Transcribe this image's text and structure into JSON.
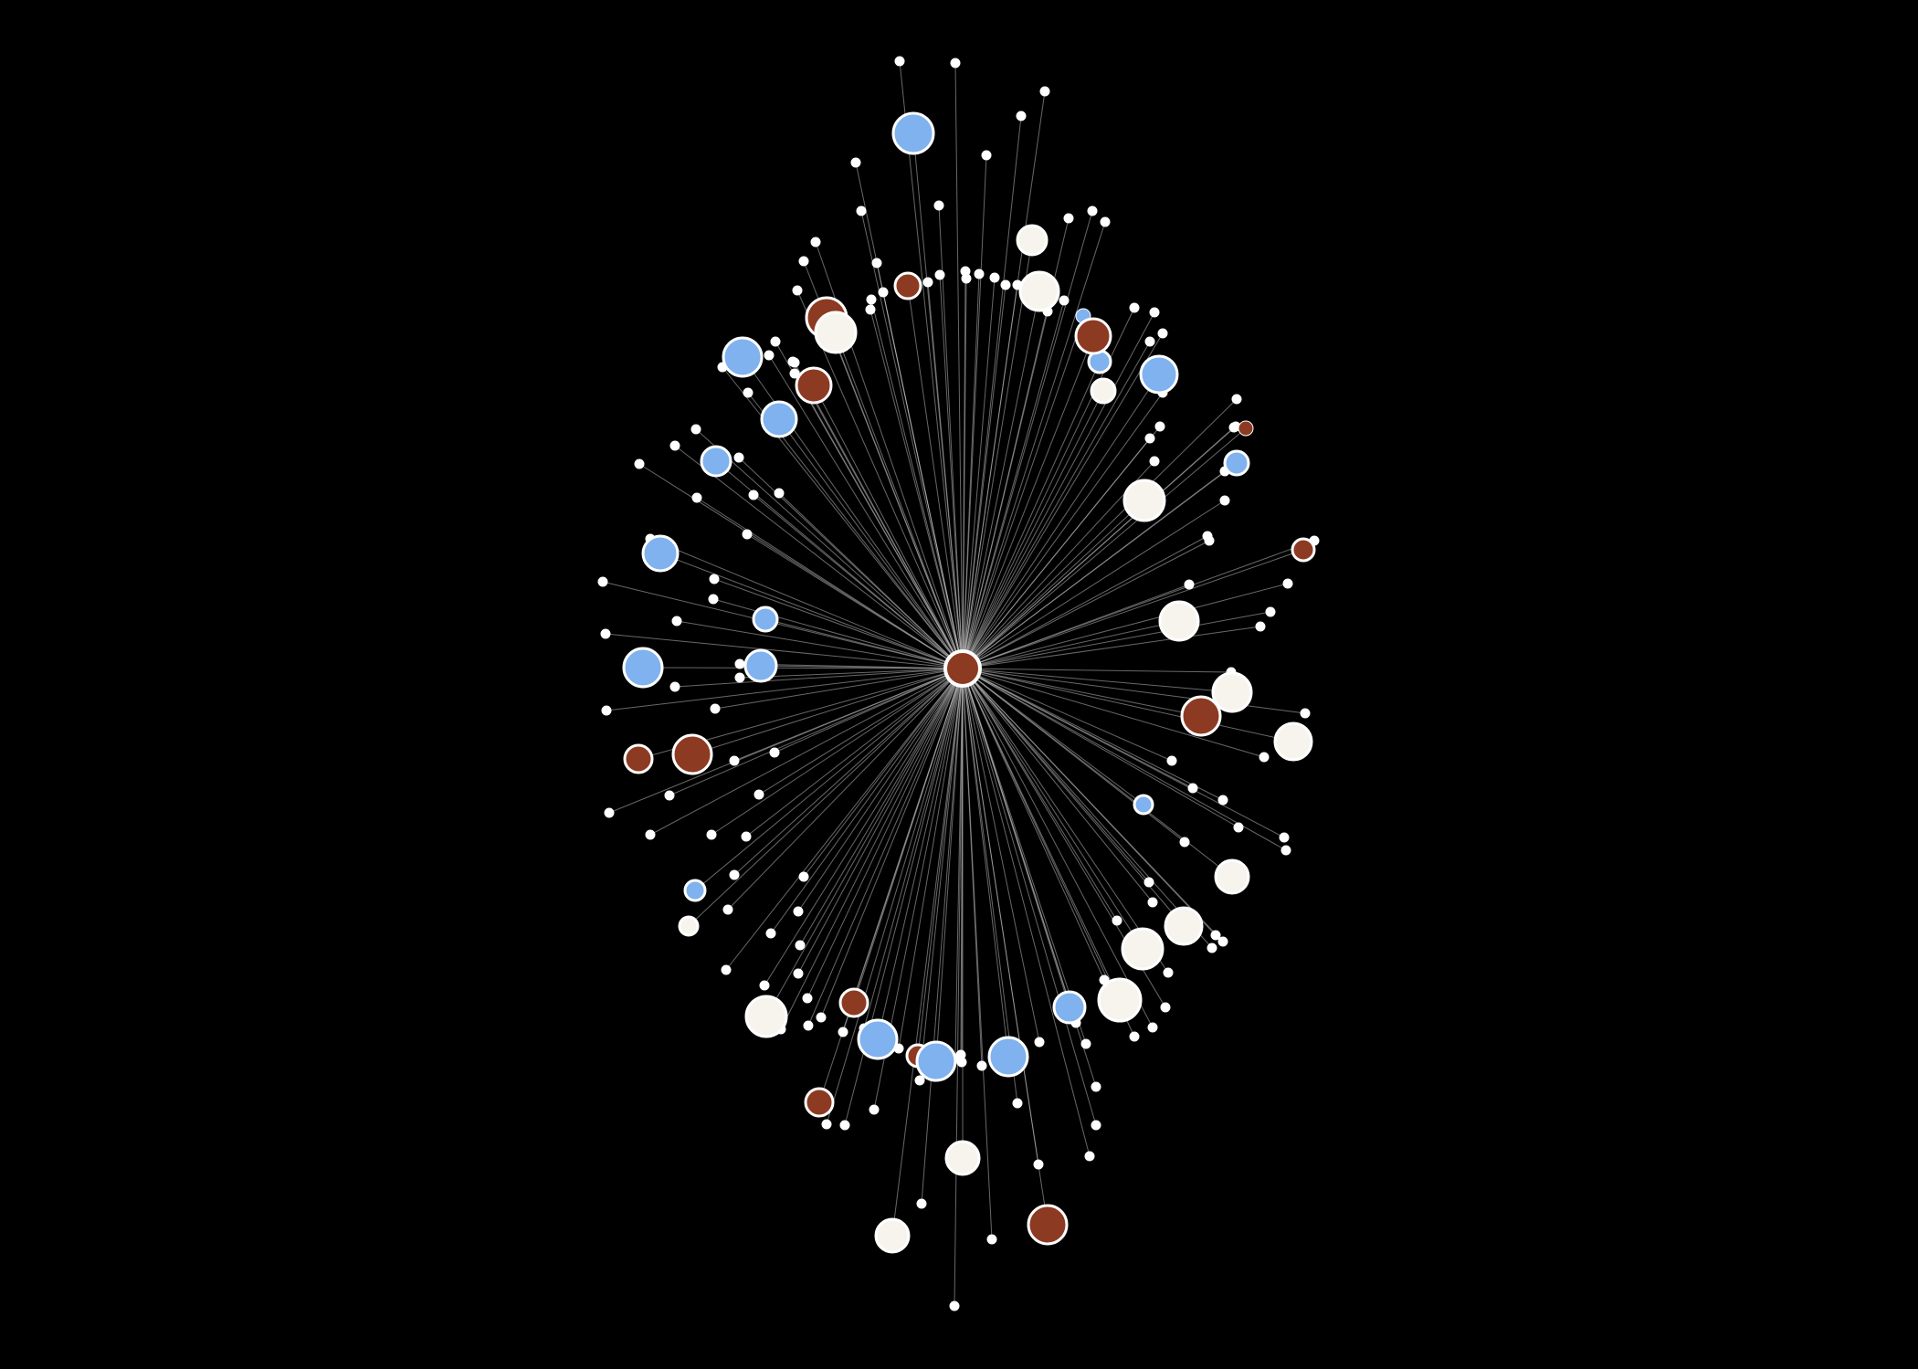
{
  "graph": {
    "type": "radial-network",
    "background": "#000000",
    "edge_color": "#bdbdbd",
    "node_stroke": "#ffffff",
    "palette": {
      "blue": "#7fb2ee",
      "red": "#8d3a22",
      "white": "#f7f4ee",
      "dot": "#ffffff"
    },
    "node_categories": [
      {
        "key": "blue",
        "count": 21
      },
      {
        "key": "red",
        "count": 16
      },
      {
        "key": "white",
        "count": 16
      },
      {
        "key": "dot",
        "count": 158
      }
    ],
    "hub": {
      "category": "red"
    }
  }
}
